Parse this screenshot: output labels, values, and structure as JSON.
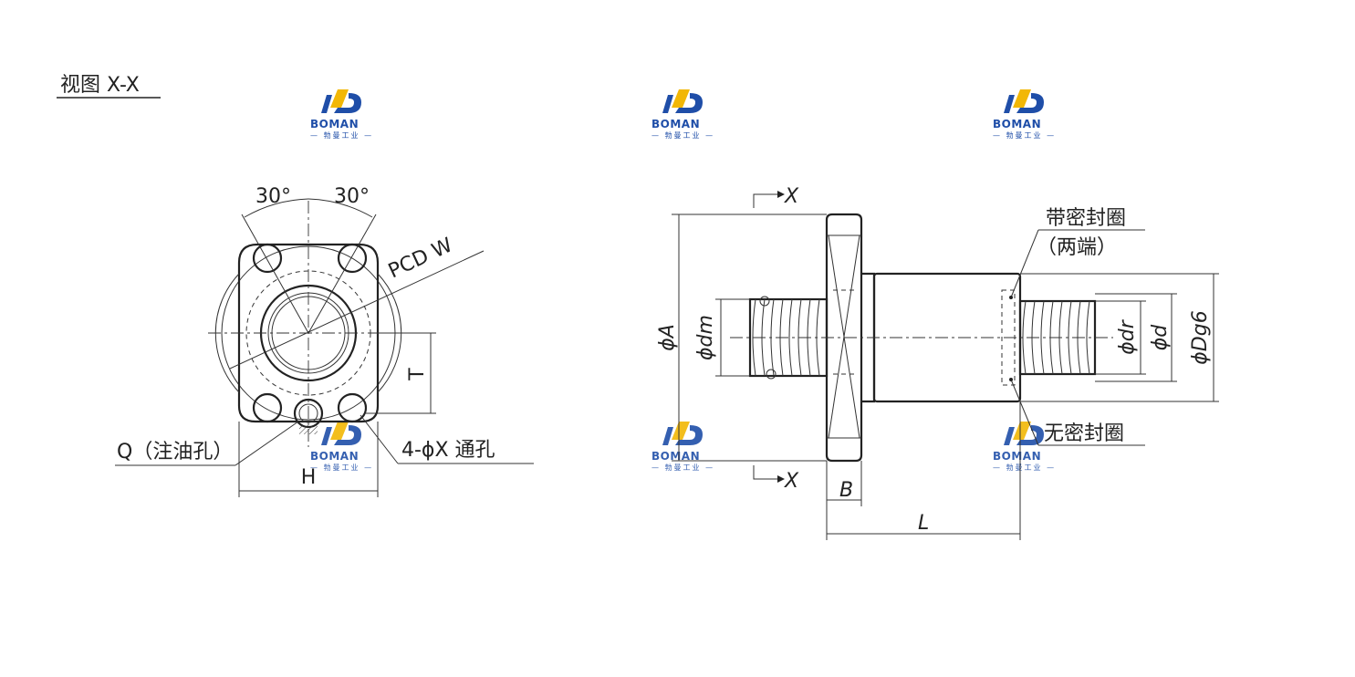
{
  "view_title": "视图 X-X",
  "watermark": {
    "brand": "BOMAN",
    "subtitle": "— 勃曼工业 —"
  },
  "front_view": {
    "angle_left": "30°",
    "angle_right": "30°",
    "pcd_label": "PCD W",
    "t_label": "T",
    "h_label": "H",
    "oil_hole_label": "Q（注油孔）",
    "through_hole_label": "4-ϕX 通孔"
  },
  "side_view": {
    "section_mark_top": "X",
    "section_mark_bottom": "X",
    "dia_a_label": "ϕA",
    "dia_dm_label": "ϕdm",
    "dia_dr_label": "ϕdr",
    "dia_d_label": "ϕd",
    "dia_dg6_label": "ϕDg6",
    "b_label": "B",
    "l_label": "L",
    "seal_both_line1": "带密封圈",
    "seal_both_line2": "（两端）",
    "no_seal_label": "无密封圈"
  },
  "colors": {
    "line": "#222222",
    "logo_blue": "#1f4ea8",
    "logo_yellow": "#f2b705"
  }
}
